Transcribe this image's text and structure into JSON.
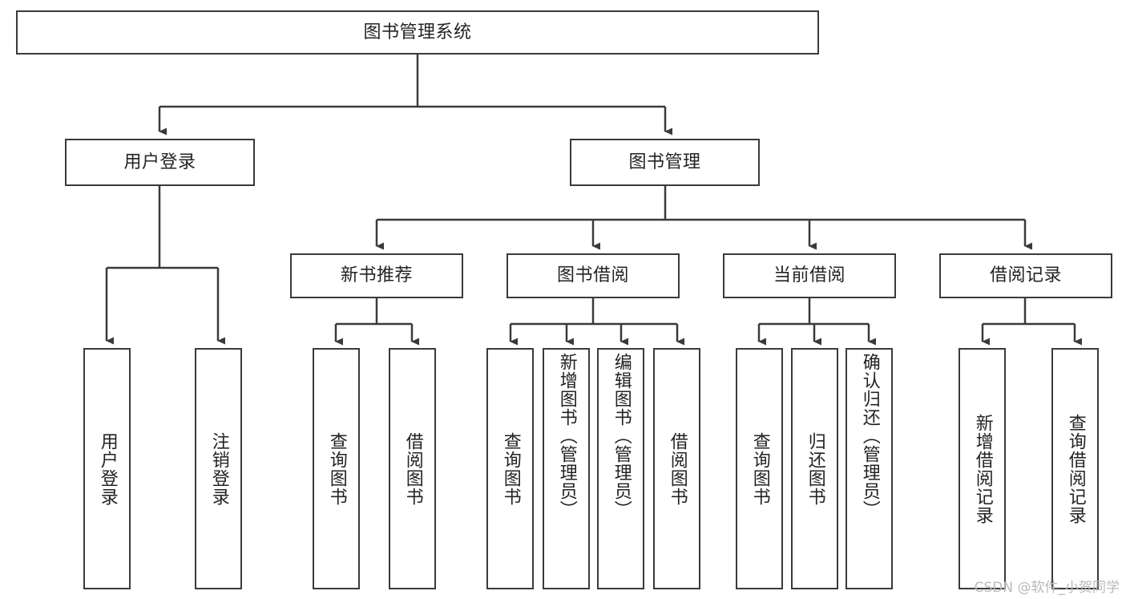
{
  "diagram": {
    "type": "tree-hierarchy",
    "title_node": {
      "label": "图书管理系统"
    },
    "level2": [
      {
        "id": "user-login",
        "label": "用户登录"
      },
      {
        "id": "book-management",
        "label": "图书管理"
      }
    ],
    "level3": [
      {
        "id": "new-book-recommend",
        "label": "新书推荐"
      },
      {
        "id": "book-borrow",
        "label": "图书借阅"
      },
      {
        "id": "current-borrow",
        "label": "当前借阅"
      },
      {
        "id": "borrow-record",
        "label": "借阅记录"
      }
    ],
    "leaves": {
      "user_login": [
        {
          "id": "leaf-user-login",
          "label": "用户登录"
        },
        {
          "id": "leaf-logout-login",
          "label": "注销登录"
        }
      ],
      "new_book_recommend": [
        {
          "id": "leaf-query-book-1",
          "label": "查询图书"
        },
        {
          "id": "leaf-borrow-book-1",
          "label": "借阅图书"
        }
      ],
      "book_borrow": [
        {
          "id": "leaf-query-book-2",
          "label": "查询图书"
        },
        {
          "id": "leaf-add-book",
          "label": "新增图书（管理员）"
        },
        {
          "id": "leaf-edit-book",
          "label": "编辑图书（管理员）"
        },
        {
          "id": "leaf-borrow-book-2",
          "label": "借阅图书"
        }
      ],
      "current_borrow": [
        {
          "id": "leaf-query-book-3",
          "label": "查询图书"
        },
        {
          "id": "leaf-return-book",
          "label": "归还图书"
        },
        {
          "id": "leaf-confirm-return",
          "label": "确认归还（管理员）"
        }
      ],
      "borrow_record": [
        {
          "id": "leaf-add-record",
          "label": "新增借阅记录"
        },
        {
          "id": "leaf-query-record",
          "label": "查询借阅记录"
        }
      ]
    }
  },
  "watermark": {
    "text": "CSDN @软件_小贺同学"
  },
  "colors": {
    "border": "#3a3a3a",
    "text": "#232323",
    "background": "#ffffff",
    "watermark": "#b9b9b9"
  }
}
